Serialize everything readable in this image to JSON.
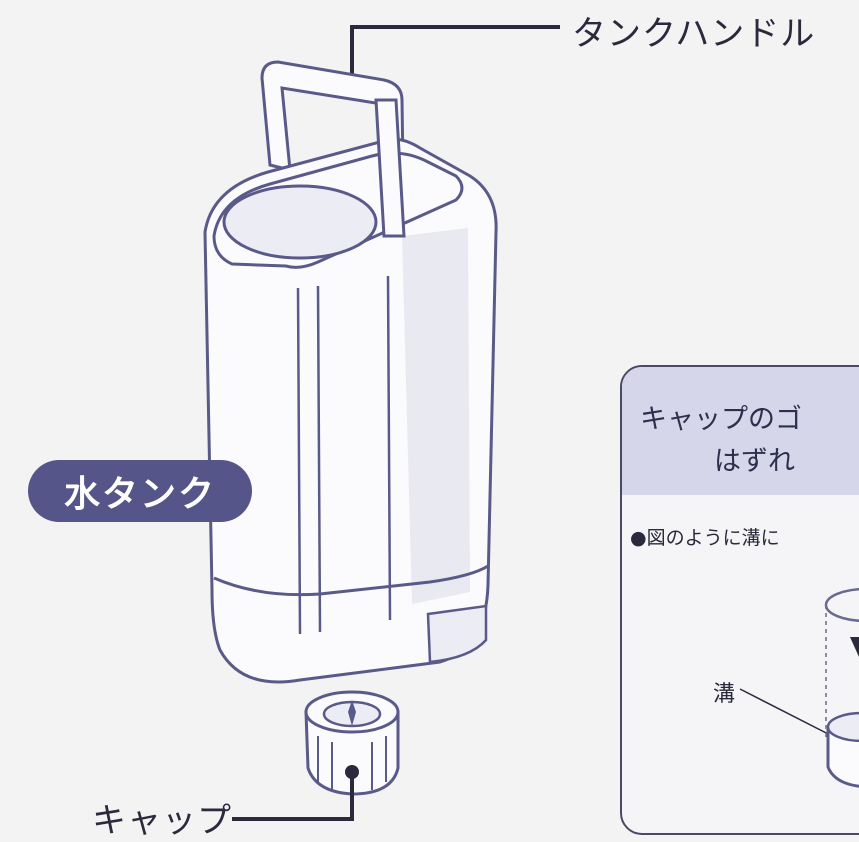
{
  "labels": {
    "tank_handle": "タンクハンドル",
    "cap": "キャップ",
    "water_tank": "水タンク"
  },
  "note": {
    "title_line1": "キャップのゴ",
    "title_line2": "はずれ",
    "body": "●図のように溝に",
    "groove_label": "溝"
  },
  "colors": {
    "outline": "#5a5a8a",
    "badge": "#55558a",
    "note_header": "#d6d6ea",
    "tank_fill": "#fbfbfd",
    "tank_shade": "#e6e6f0"
  }
}
